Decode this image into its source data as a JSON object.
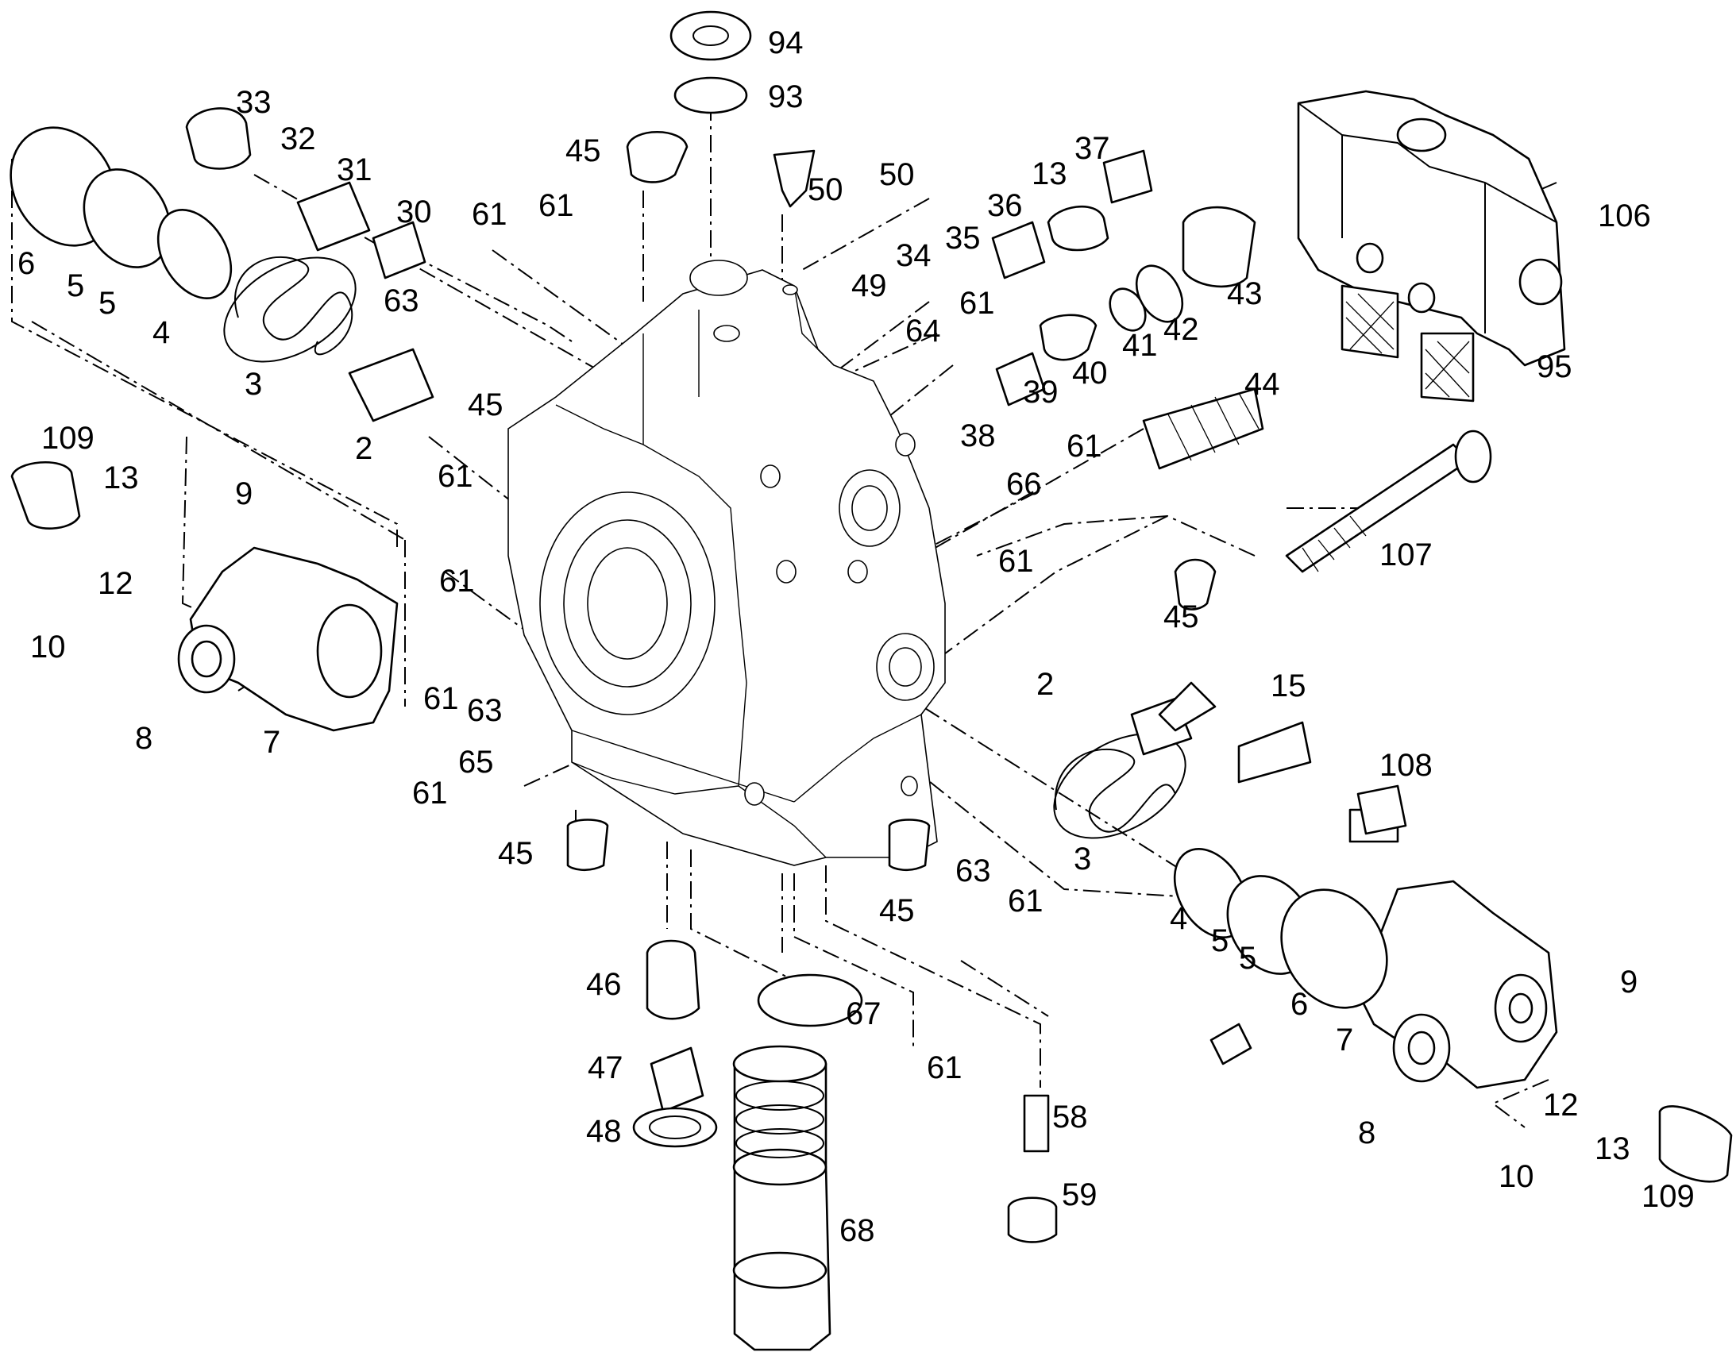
{
  "callouts": [
    {
      "label": "94"
    },
    {
      "label": "93"
    },
    {
      "label": "45"
    },
    {
      "label": "50"
    },
    {
      "label": "61"
    },
    {
      "label": "50"
    },
    {
      "label": "33"
    },
    {
      "label": "32"
    },
    {
      "label": "31"
    },
    {
      "label": "30"
    },
    {
      "label": "61"
    },
    {
      "label": "13"
    },
    {
      "label": "37"
    },
    {
      "label": "36"
    },
    {
      "label": "35"
    },
    {
      "label": "34"
    },
    {
      "label": "49"
    },
    {
      "label": "106"
    },
    {
      "label": "6"
    },
    {
      "label": "5"
    },
    {
      "label": "5"
    },
    {
      "label": "4"
    },
    {
      "label": "3"
    },
    {
      "label": "63"
    },
    {
      "label": "45"
    },
    {
      "label": "2"
    },
    {
      "label": "61"
    },
    {
      "label": "64"
    },
    {
      "label": "43"
    },
    {
      "label": "42"
    },
    {
      "label": "41"
    },
    {
      "label": "40"
    },
    {
      "label": "39"
    },
    {
      "label": "38"
    },
    {
      "label": "44"
    },
    {
      "label": "95"
    },
    {
      "label": "61"
    },
    {
      "label": "66"
    },
    {
      "label": "109"
    },
    {
      "label": "13"
    },
    {
      "label": "9"
    },
    {
      "label": "12"
    },
    {
      "label": "10"
    },
    {
      "label": "8"
    },
    {
      "label": "7"
    },
    {
      "label": "61"
    },
    {
      "label": "61"
    },
    {
      "label": "61"
    },
    {
      "label": "63"
    },
    {
      "label": "61"
    },
    {
      "label": "107"
    },
    {
      "label": "45"
    },
    {
      "label": "2"
    },
    {
      "label": "15"
    },
    {
      "label": "108"
    },
    {
      "label": "61"
    },
    {
      "label": "65"
    },
    {
      "label": "45"
    },
    {
      "label": "3"
    },
    {
      "label": "63"
    },
    {
      "label": "61"
    },
    {
      "label": "45"
    },
    {
      "label": "4"
    },
    {
      "label": "5"
    },
    {
      "label": "5"
    },
    {
      "label": "6"
    },
    {
      "label": "9"
    },
    {
      "label": "7"
    },
    {
      "label": "12"
    },
    {
      "label": "8"
    },
    {
      "label": "13"
    },
    {
      "label": "10"
    },
    {
      "label": "109"
    },
    {
      "label": "46"
    },
    {
      "label": "67"
    },
    {
      "label": "47"
    },
    {
      "label": "61"
    },
    {
      "label": "48"
    },
    {
      "label": "58"
    },
    {
      "label": "59"
    },
    {
      "label": "68"
    }
  ]
}
